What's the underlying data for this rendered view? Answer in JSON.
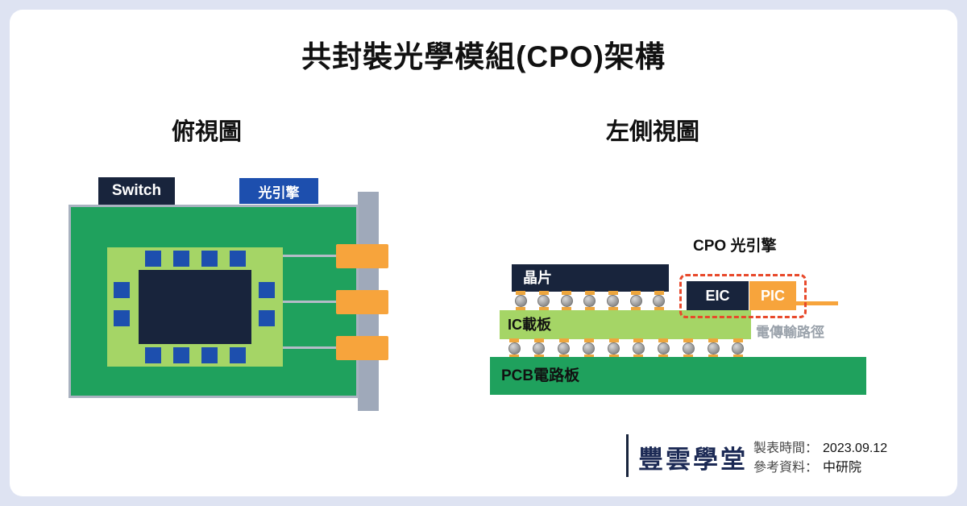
{
  "title": "共封裝光學模組(CPO)架構",
  "top_view": {
    "heading": "俯視圖",
    "switch_label": "Switch",
    "optical_engine_label": "光引擎"
  },
  "side_view": {
    "heading": "左側視圖",
    "cpo_engine_label": "CPO 光引擎",
    "eic_label": "EIC",
    "pic_label": "PIC",
    "chip_label": "晶片",
    "ic_substrate_label": "IC載板",
    "pcb_label": "PCB電路板",
    "electrical_path_label": "電傳輸路徑",
    "solder_balls_upper_count": 7,
    "solder_balls_lower_count": 10
  },
  "footer": {
    "logo_text": "豐雲學堂",
    "date_label": "製表時間：",
    "date_value": "2023.09.12",
    "source_label": "參考資料：",
    "source_value": "中研院"
  },
  "colors": {
    "background": "#dee3f2",
    "card": "#ffffff",
    "navy": "#18243c",
    "blue": "#1d4fae",
    "green": "#1fa15d",
    "light_green": "#a5d566",
    "orange": "#f7a43c",
    "gray_bar": "#9fa9ba",
    "dashed_red": "#e8492b",
    "path_text_gray": "#9aa2ab"
  }
}
